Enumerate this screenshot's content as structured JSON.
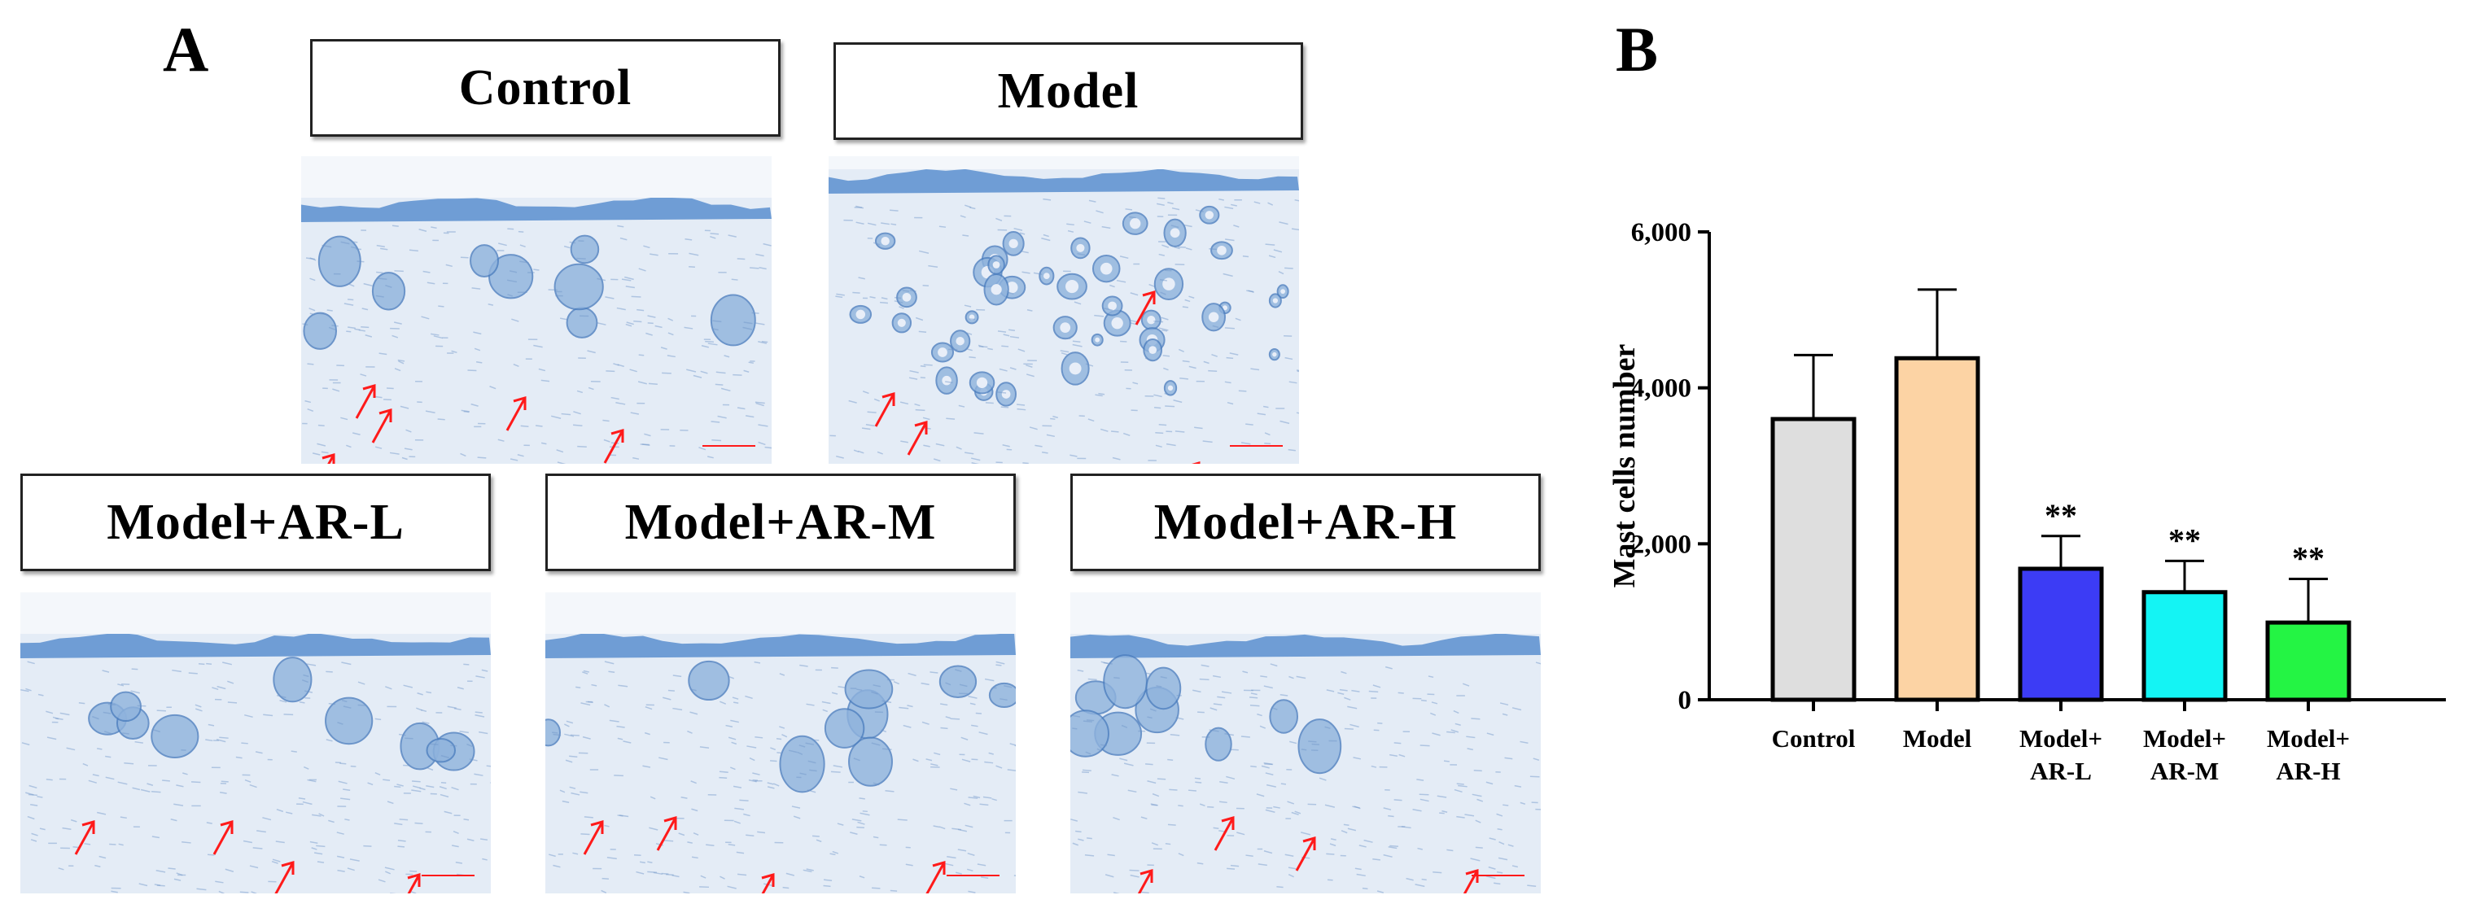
{
  "panels": {
    "a_letter": "A",
    "b_letter": "B"
  },
  "micrographs": [
    {
      "label": "Control"
    },
    {
      "label": "Model"
    },
    {
      "label": "Model+AR-L"
    },
    {
      "label": "Model+AR-M"
    },
    {
      "label": "Model+AR-H"
    }
  ],
  "colors": {
    "tissue_background": "#e4ecf6",
    "epidermis": "#5b8fcf",
    "arrow": "#ff1a1a"
  },
  "chart_data": {
    "type": "bar",
    "categories": [
      [
        "Control"
      ],
      [
        "Model"
      ],
      [
        "Model+",
        "AR-L"
      ],
      [
        "Model+",
        "AR-M"
      ],
      [
        "Model+",
        "AR-H"
      ]
    ],
    "values": [
      3600,
      4380,
      1680,
      1380,
      990
    ],
    "errors": [
      820,
      880,
      420,
      400,
      560
    ],
    "significance": [
      "",
      "",
      "**",
      "**",
      "**"
    ],
    "colors": [
      "#dedede",
      "#fcd3a4",
      "#3c3cf5",
      "#14f4f4",
      "#24f444"
    ],
    "ylabel": "Mast cells number",
    "xlabel": "",
    "ylim": [
      0,
      6000
    ],
    "yticks": [
      0,
      2000,
      4000,
      6000
    ],
    "ytick_labels": [
      "0",
      "2,000",
      "4,000",
      "6,000"
    ],
    "grid": false
  }
}
